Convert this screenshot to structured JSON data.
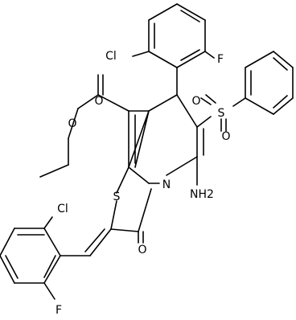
{
  "molecule": {
    "atoms": [
      {
        "id": "cl_top",
        "label": "Cl"
      },
      {
        "id": "f_top",
        "label": "F"
      },
      {
        "id": "o_ester_carbonyl",
        "label": "O"
      },
      {
        "id": "o_ester_ether",
        "label": "O"
      },
      {
        "id": "s_sulfonyl",
        "label": "S"
      },
      {
        "id": "o_sulfonyl_1",
        "label": "O"
      },
      {
        "id": "o_sulfonyl_2",
        "label": "O"
      },
      {
        "id": "s_ring",
        "label": "S"
      },
      {
        "id": "n_ring",
        "label": "N"
      },
      {
        "id": "nh2",
        "label": "NH2"
      },
      {
        "id": "o_ketone",
        "label": "O"
      },
      {
        "id": "cl_bottom",
        "label": "Cl"
      },
      {
        "id": "f_bottom",
        "label": "F"
      }
    ]
  }
}
